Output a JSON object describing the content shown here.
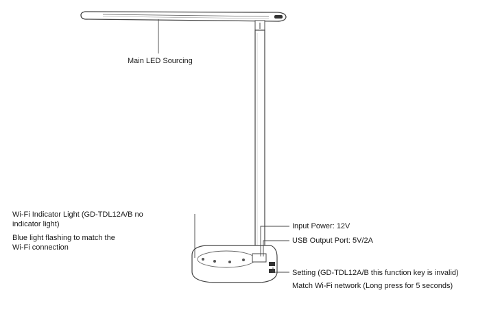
{
  "callouts": {
    "main_led": "Main LED Sourcing",
    "wifi_indicator_line1": "Wi-Fi Indicator Light (GD-TDL12A/B no",
    "wifi_indicator_line2": "indicator light)",
    "blue_light_line1": "Blue light flashing to match the",
    "blue_light_line2": "Wi-Fi connection",
    "input_power": "Input Power: 12V",
    "usb_output": "USB Output Port: 5V/2A",
    "setting": "Setting (GD-TDL12A/B this function key is invalid)",
    "match_wifi": "Match Wi-Fi network (Long press for 5 seconds)"
  }
}
